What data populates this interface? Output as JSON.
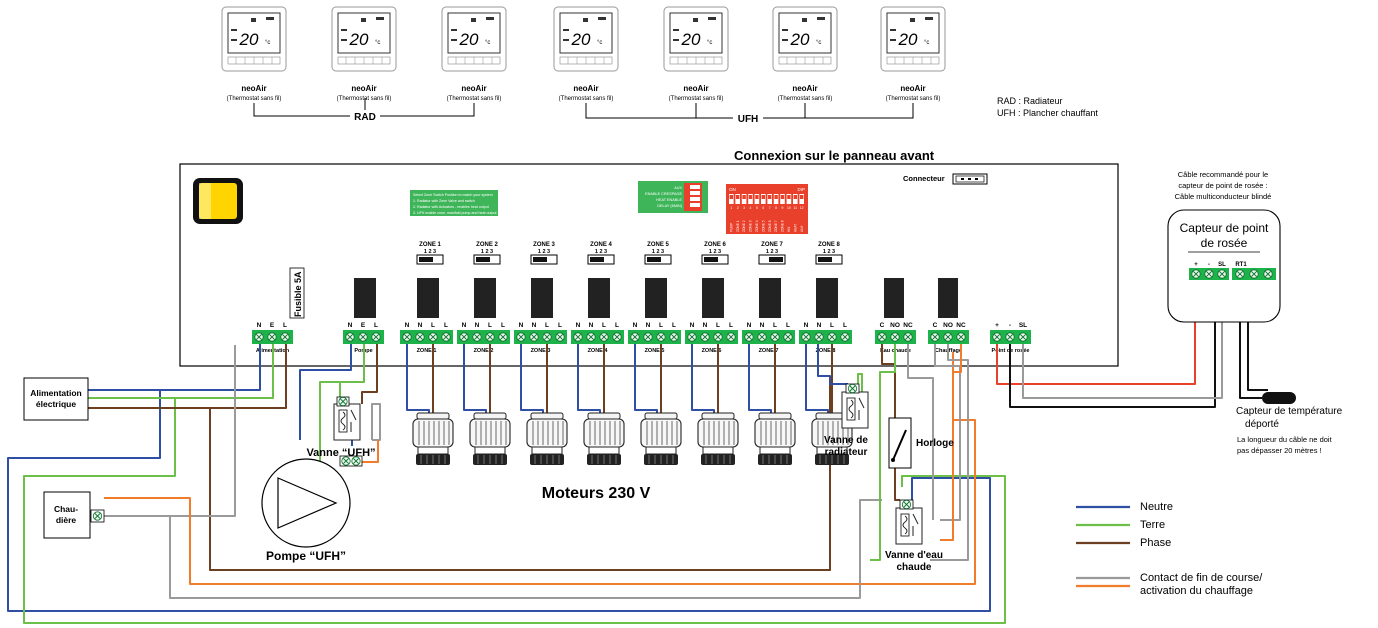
{
  "thermostats": [
    {
      "display": "20",
      "unit": "°c",
      "name": "neoAir",
      "desc": "(Thermostat sans fil)"
    },
    {
      "display": "20",
      "unit": "°c",
      "name": "neoAir",
      "desc": "(Thermostat sans fil)"
    },
    {
      "display": "20",
      "unit": "°c",
      "name": "neoAir",
      "desc": "(Thermostat sans fil)"
    },
    {
      "display": "20",
      "unit": "°c",
      "name": "neoAir",
      "desc": "(Thermostat sans fil)"
    },
    {
      "display": "20",
      "unit": "°c",
      "name": "neoAir",
      "desc": "(Thermostat sans fil)"
    },
    {
      "display": "20",
      "unit": "°c",
      "name": "neoAir",
      "desc": "(Thermostat sans fil)"
    },
    {
      "display": "20",
      "unit": "°c",
      "name": "neoAir",
      "desc": "(Thermostat sans fil)"
    }
  ],
  "groups": {
    "rad": "RAD",
    "ufh": "UFH"
  },
  "abbrev": {
    "rad": "RAD : Radiateur",
    "ufh": "UFH : Plancher chauffant"
  },
  "panel_title": "Connexion sur le panneau avant",
  "connecteur": "Connecteur",
  "fuse": "Fusible 5A",
  "green_box": [
    "Select Zone Switch Position to match your system",
    "1. Radiator with Zone Valve and switch",
    "2. Radiator with Actuators - enables heat output",
    "3. UFH enable zone, manifold pump and heat output"
  ],
  "red_dip": {
    "labels": [
      "AUX",
      "ENABLE CRESPAGE",
      "HEAT ENABLE",
      "DELAY (6MIN)"
    ]
  },
  "dip_large": {
    "on": "ON",
    "dip": "DIP",
    "numbers": [
      "1",
      "2",
      "3",
      "4",
      "5",
      "6",
      "7",
      "8",
      "9",
      "10",
      "11",
      "12"
    ],
    "functions": [
      "PUMP",
      "ZONE 1",
      "ZONE 2",
      "ZONE 3",
      "ZONE 4",
      "ZONE 5",
      "ZONE 6",
      "ZONE 7",
      "ZONE 8",
      "HW",
      "HEAT",
      "AUX"
    ]
  },
  "zones": [
    {
      "name": "ZONE 1",
      "nums": "1  2  3",
      "label": "ZONE 1"
    },
    {
      "name": "ZONE 2",
      "nums": "1  2  3",
      "label": "ZONE 2"
    },
    {
      "name": "ZONE 3",
      "nums": "1  2  3",
      "label": "ZONE 3"
    },
    {
      "name": "ZONE 4",
      "nums": "1  2  3",
      "label": "ZONE 4"
    },
    {
      "name": "ZONE 5",
      "nums": "1  2  3",
      "label": "ZONE 5"
    },
    {
      "name": "ZONE 6",
      "nums": "1  2  3",
      "label": "ZONE 6"
    },
    {
      "name": "ZONE 7",
      "nums": "1  2  3",
      "label": "ZONE 7"
    },
    {
      "name": "ZONE 8",
      "nums": "1  2  3",
      "label": "ZONE 8"
    }
  ],
  "terminals": {
    "alim": {
      "pins": [
        "N",
        "E",
        "L"
      ],
      "label": "Alimentation"
    },
    "pompe": {
      "pins": [
        "N",
        "E",
        "L"
      ],
      "label": "Pompe"
    },
    "zone_pins": [
      "N",
      "N",
      "L",
      "L"
    ],
    "eau": {
      "pins": [
        "C",
        "NO",
        "NC"
      ],
      "label": "Eau chaude"
    },
    "chauffage": {
      "pins": [
        "C",
        "NO",
        "NC"
      ],
      "label": "Chauffage"
    },
    "rosee": {
      "pins": [
        "+",
        "-",
        "SL"
      ],
      "label": "Point de rosée"
    }
  },
  "sensor_note": [
    "Câble recommandé pour le",
    "capteur de point de rosée :",
    "Câble multiconducteur blindé"
  ],
  "sensor_box": {
    "title1": "Capteur de point",
    "title2": "de rosée",
    "pins": [
      "+",
      "-",
      "SL",
      "RT1"
    ]
  },
  "remote_sensor": {
    "title1": "Capteur de température",
    "title2": "déporté",
    "note1": "La longueur du câble ne doit",
    "note2": "pas dépasser 20 mètres !"
  },
  "devices": {
    "alim1": "Alimentation",
    "alim2": "électrique",
    "chau1": "Chau-",
    "chau2": "dière",
    "vanne_ufh": "Vanne “UFH”",
    "pompe_ufh": "Pompe “UFH”",
    "moteurs": "Moteurs 230 V",
    "vanne_rad1": "Vanne de",
    "vanne_rad2": "radiateur",
    "horloge": "Horloge",
    "vanne_eau1": "Vanne d'eau",
    "vanne_eau2": "chaude"
  },
  "legend": [
    {
      "label": "Neutre",
      "color": "#2e4fa3"
    },
    {
      "label": "Terre",
      "color": "#6cc04a"
    },
    {
      "label": "Phase",
      "color": "#6b3f1f"
    },
    {
      "label": "Contact de fin de course/",
      "label2": "activation du chauffage",
      "color": "#9a9a9a",
      "color2": "#f07c2c"
    }
  ],
  "colors": {
    "neutre": "#2e4fa3",
    "terre": "#6cc04a",
    "phase": "#6b3f1f",
    "gris": "#9a9a9a",
    "orange": "#f07c2c",
    "red": "#e8402a",
    "terminal": "#1db34a",
    "screen": "#ffd400"
  }
}
